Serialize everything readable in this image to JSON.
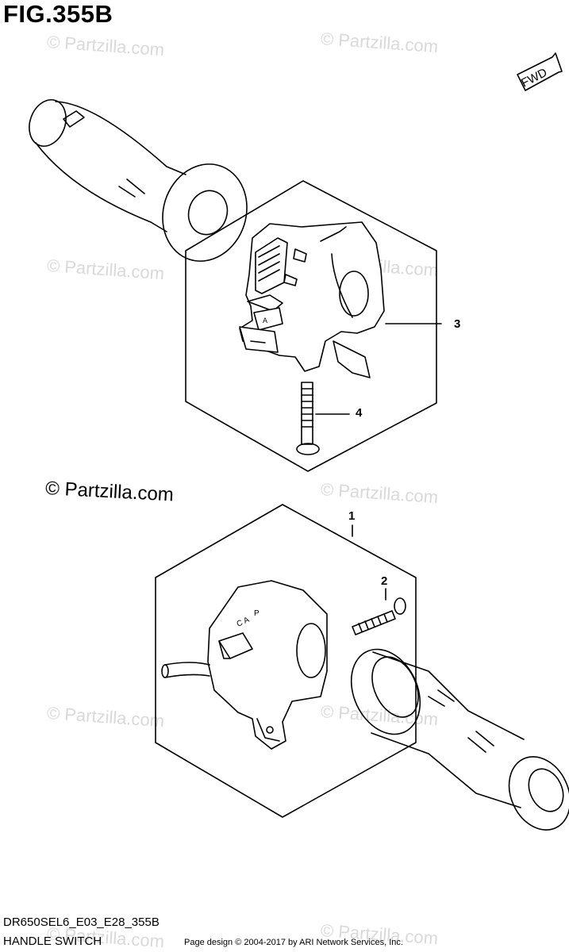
{
  "figure": {
    "title": "FIG.355B",
    "direction_tag": "FWD",
    "code": "DR650SEL6_E03_E28_355B",
    "caption": "HANDLE SWITCH"
  },
  "watermark": {
    "text": "© Partzilla.com",
    "main_text": "© Partzilla.com"
  },
  "callouts": {
    "part1": "1",
    "part2": "2",
    "part3": "3",
    "part4": "4"
  },
  "switch_markings": {
    "left_switch_lower_tag": "A",
    "right_switch_letters": "C A",
    "right_switch_marks": "P"
  },
  "footer": {
    "text": "Page design © 2004-2017 by ARI Network Services, Inc."
  },
  "colors": {
    "line": "#000000",
    "watermark": "#d9d9d9",
    "background": "#ffffff"
  }
}
